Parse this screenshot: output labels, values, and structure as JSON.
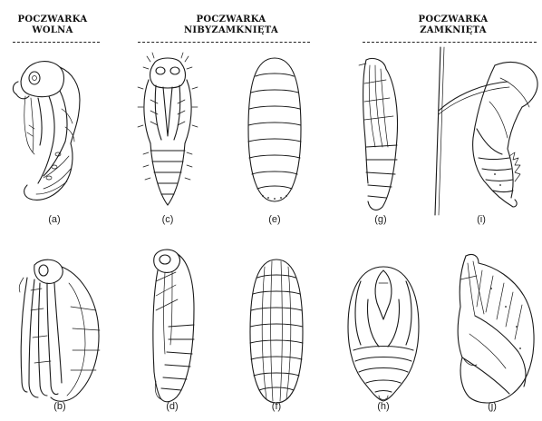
{
  "headers": {
    "wolna": [
      "POCZWARKA",
      "WOLNA"
    ],
    "nibyzamknieta": [
      "POCZWARKA",
      "NIBYZAMKNIĘTA"
    ],
    "zamknieta": [
      "POCZWARKA",
      "ZAMKNIĘTA"
    ]
  },
  "labels": {
    "a": "(a)",
    "b": "(b)",
    "c": "(c)",
    "d": "(d)",
    "e": "(e)",
    "f": "(f)",
    "g": "(g)",
    "h": "(h)",
    "i": "(i)",
    "j": "(j)"
  }
}
